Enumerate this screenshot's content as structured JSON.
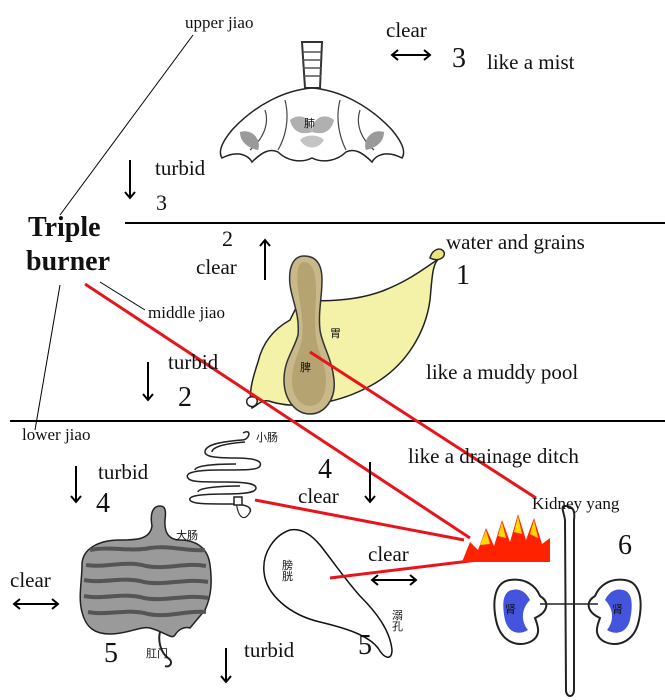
{
  "title_lines": [
    "Triple",
    "burner"
  ],
  "sections": {
    "upper": {
      "label": "upper jiao",
      "clear": "clear",
      "clear_num": "3",
      "description": "like a mist",
      "turbid": "turbid",
      "turbid_num": "3"
    },
    "middle": {
      "label": "middle jiao",
      "clear": "clear",
      "clear_num": "2",
      "source": "water and grains",
      "source_num": "1",
      "description": "like a muddy pool",
      "turbid": "turbid",
      "turbid_num": "2",
      "stomach_char": "胃",
      "spleen_char": "脾"
    },
    "lower": {
      "label": "lower jiao",
      "description": "like a drainage ditch",
      "small_intestine_char": "小肠",
      "si_turbid": "turbid",
      "si_turbid_num": "4",
      "si_clear": "clear",
      "si_clear_num": "4",
      "large_intestine_char": "大肠",
      "li_clear": "clear",
      "li_num": "5",
      "anus_char": "肛门",
      "li_turbid": "turbid",
      "bladder_chars": "膀胱",
      "bladder_clear": "clear",
      "bladder_num": "5",
      "urethra_chars": "溺孔",
      "kidney_yang": "Kidney yang",
      "kidney_num": "6",
      "kidney_char": "肾",
      "lung_char": "肺"
    }
  },
  "colors": {
    "connector": "#e8141c",
    "fire": "#ff2200",
    "flame_tip": "#ffd800",
    "stomach_fill": "#f4f2a8",
    "kidney_blue": "#2336d6",
    "organ_gray": "#8a8a8a"
  }
}
